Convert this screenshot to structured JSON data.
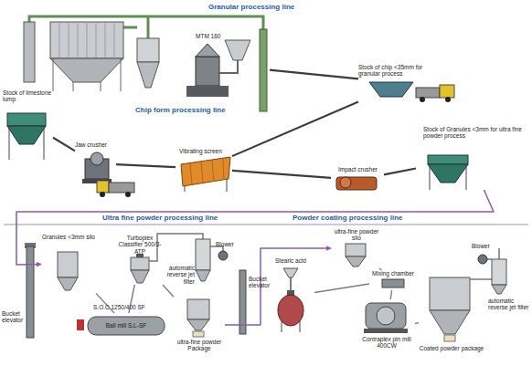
{
  "diagram": {
    "nodes": [
      {
        "text": [
          "Stock of limestone lump"
        ]
      },
      {
        "text": [
          "MTM 160"
        ]
      },
      {
        "text": [
          "Stock of chip <35mm for granular process"
        ]
      },
      {
        "text": [
          "Jaw crusher"
        ]
      },
      {
        "text": [
          "Vibrating screen"
        ]
      },
      {
        "text": [
          "Impact crusher"
        ]
      },
      {
        "text": [
          "Stock of Granules <3mm for ultra fine powder process"
        ]
      },
      {
        "text": [
          "Granules <3mm silo"
        ]
      },
      {
        "text": [
          "Turboplex Classifier 500/3-ATP"
        ]
      },
      {
        "text": [
          "Ball mill S.L-SF"
        ]
      },
      {
        "text": [
          "ultra-fine powder Package"
        ]
      },
      {
        "text": [
          "Stearic acid"
        ]
      },
      {
        "text": [
          "ultra-fine powder silo"
        ]
      },
      {
        "text": [
          "Mixing chamber"
        ]
      },
      {
        "text": [
          "Contraplex pin mill 400CW"
        ]
      },
      {
        "text": [
          "Coated powder package"
        ]
      }
    ],
    "edges": [
      {
        "from": 0,
        "to": 3,
        "arrow": "none"
      },
      {
        "from": 3,
        "to": 4,
        "arrow": "none"
      },
      {
        "from": 4,
        "to": 5,
        "arrow": "none"
      },
      {
        "from": 4,
        "to": 2,
        "arrow": "none"
      },
      {
        "from": 2,
        "to": 1,
        "arrow": "none"
      },
      {
        "from": 5,
        "to": 6,
        "arrow": "none"
      },
      {
        "from": 6,
        "to": 7,
        "arrow": "to"
      },
      {
        "from": 7,
        "to": 9,
        "arrow": "none"
      },
      {
        "from": 9,
        "to": 8,
        "arrow": "none"
      },
      {
        "from": 8,
        "to": 10,
        "arrow": "none"
      },
      {
        "from": 10,
        "to": 12,
        "arrow": "to"
      },
      {
        "from": 12,
        "to": 13,
        "arrow": "none"
      },
      {
        "from": 11,
        "to": 13,
        "arrow": "none"
      },
      {
        "from": 13,
        "to": 14,
        "arrow": "none"
      },
      {
        "from": 14,
        "to": 15,
        "arrow": "none"
      }
    ],
    "labels": [
      "Granular processing line",
      "Chip form processing line",
      "Ultra fine powder processing line",
      "Powder coating processing line",
      "automatic reverse jet filter",
      "Blower",
      "Bucket elevator",
      "S.O.C 1250/400 SF",
      "Bucket elevator",
      "Blower",
      "automatic reverse jet filter"
    ]
  }
}
